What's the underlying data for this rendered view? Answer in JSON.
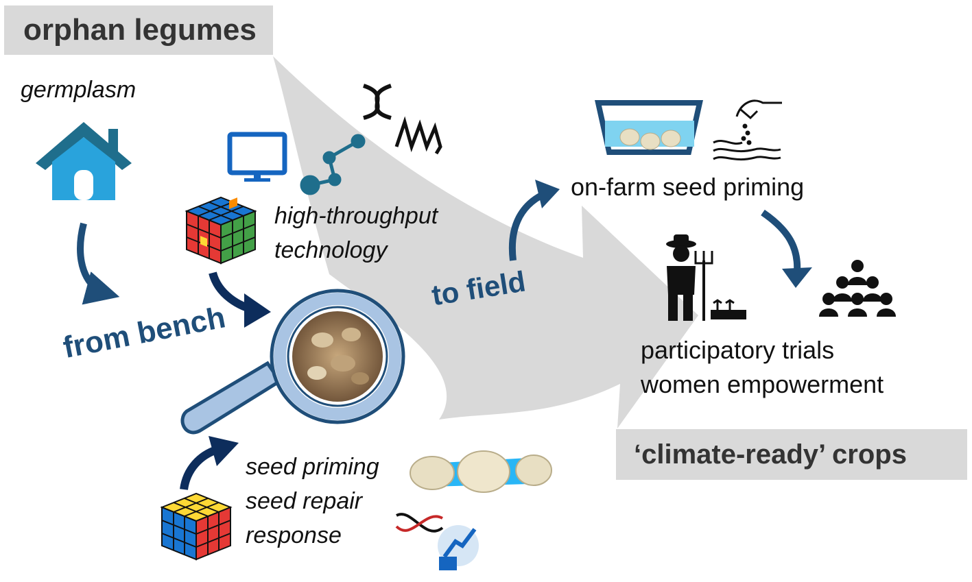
{
  "header": {
    "title": "orphan legumes"
  },
  "footer": {
    "title": "‘climate-ready’ crops"
  },
  "labels": {
    "germplasm": "germplasm",
    "from_bench": "from bench",
    "to_field": "to field",
    "high_throughput_line1": "high-throughput",
    "high_throughput_line2": "technology",
    "seed_priming": "seed priming",
    "seed_repair": "seed repair",
    "response": "response",
    "on_farm": "on-farm seed priming",
    "participatory": "participatory trials",
    "women": "women empowerment"
  },
  "colors": {
    "navy": "#1f4e79",
    "house_blue": "#29a3dc",
    "monitor_blue": "#1565c0",
    "lens_blue": "#a9c4e3",
    "band_gray": "#d9d9d9",
    "water": "#7fd3f0"
  },
  "icons": [
    "house-icon",
    "monitor-icon",
    "network-icon",
    "dna-icon",
    "wave-icon",
    "rubik-cube-icon",
    "magnifier-icon",
    "seed-bowl-icon",
    "sowing-hand-icon",
    "farmer-icon",
    "group-icon",
    "dna-repair-icon",
    "seed-chain-icon"
  ]
}
